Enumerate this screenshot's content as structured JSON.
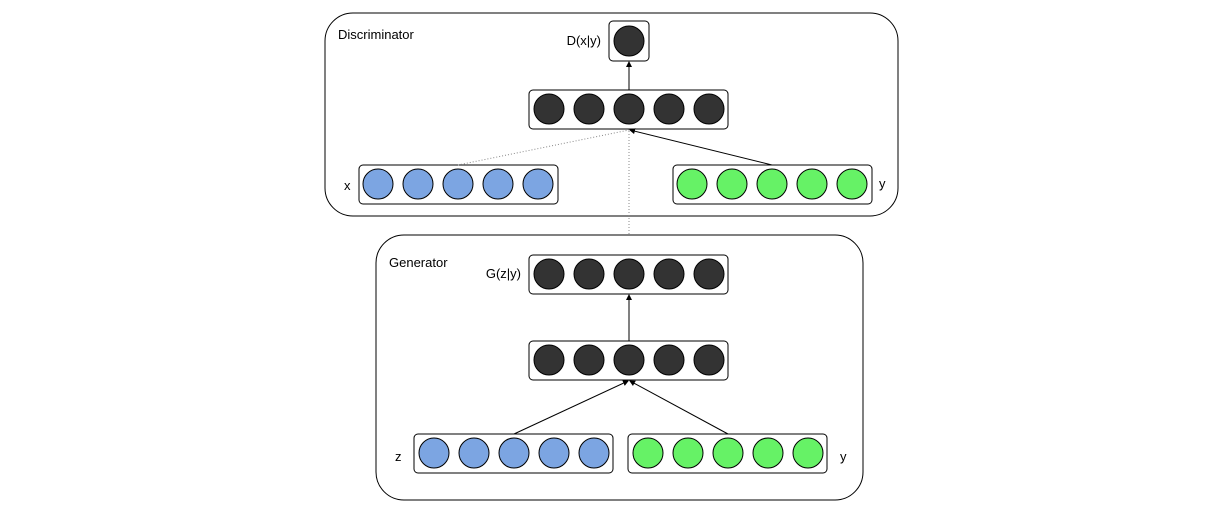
{
  "discriminator": {
    "title": "Discriminator",
    "output_label": "D(x|y)",
    "input_x_label": "x",
    "input_y_label": "y"
  },
  "generator": {
    "title": "Generator",
    "output_label": "G(z|y)",
    "input_z_label": "z",
    "input_y_label": "y"
  },
  "colors": {
    "hidden_node": "#333333",
    "x_node": "#7ca5e2",
    "y_node": "#66f266",
    "box_border": "#000000"
  }
}
